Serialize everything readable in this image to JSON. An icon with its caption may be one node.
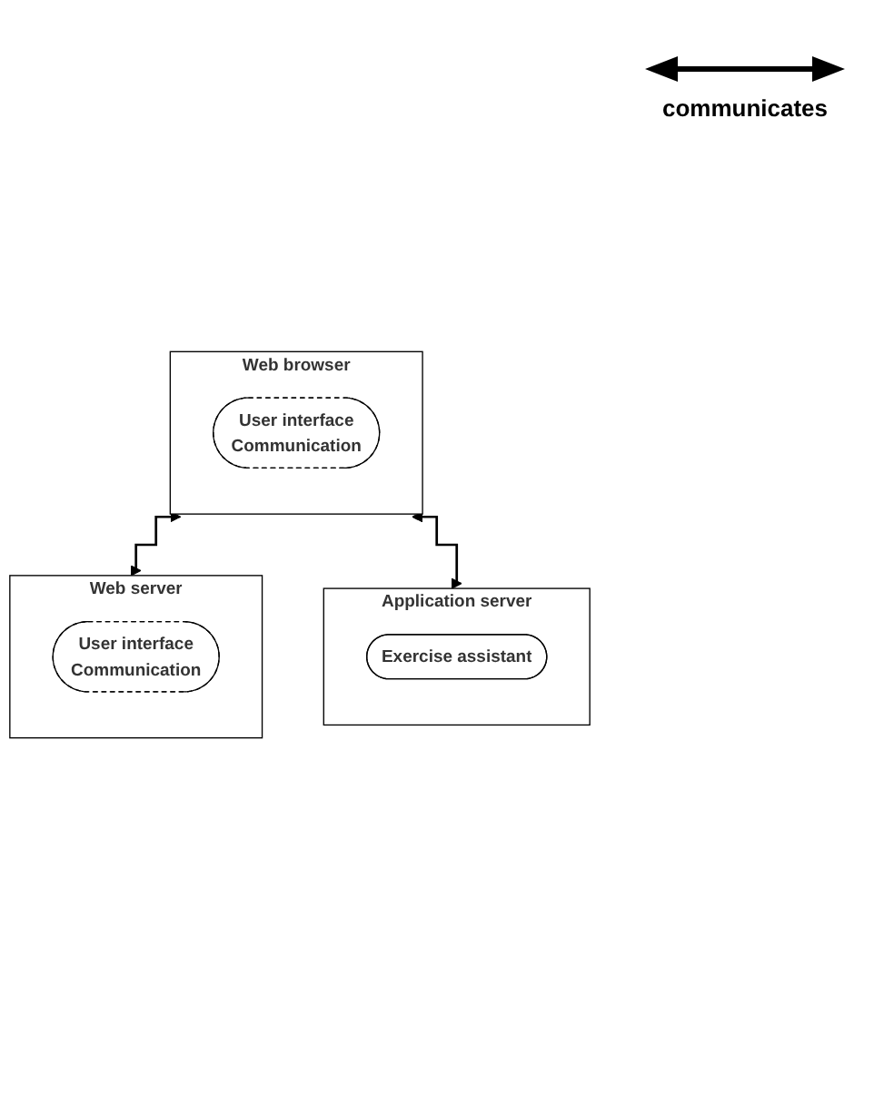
{
  "diagram": {
    "nodes": [
      {
        "text": [
          "Web browser"
        ]
      },
      {
        "text": [
          "User interface",
          "Communication"
        ],
        "in": 0
      },
      {
        "text": [
          "Web server"
        ]
      },
      {
        "text": [
          "User interface",
          "Communication"
        ],
        "in": 2
      },
      {
        "text": [
          "Application server"
        ]
      },
      {
        "text": [
          "Exercise assistant"
        ],
        "in": 4
      }
    ],
    "edges": [
      {
        "from": 0,
        "to": 2,
        "arrow": "both"
      },
      {
        "from": 0,
        "to": 4,
        "arrow": "both"
      }
    ],
    "legend": [
      {
        "text": "communicates"
      }
    ]
  }
}
